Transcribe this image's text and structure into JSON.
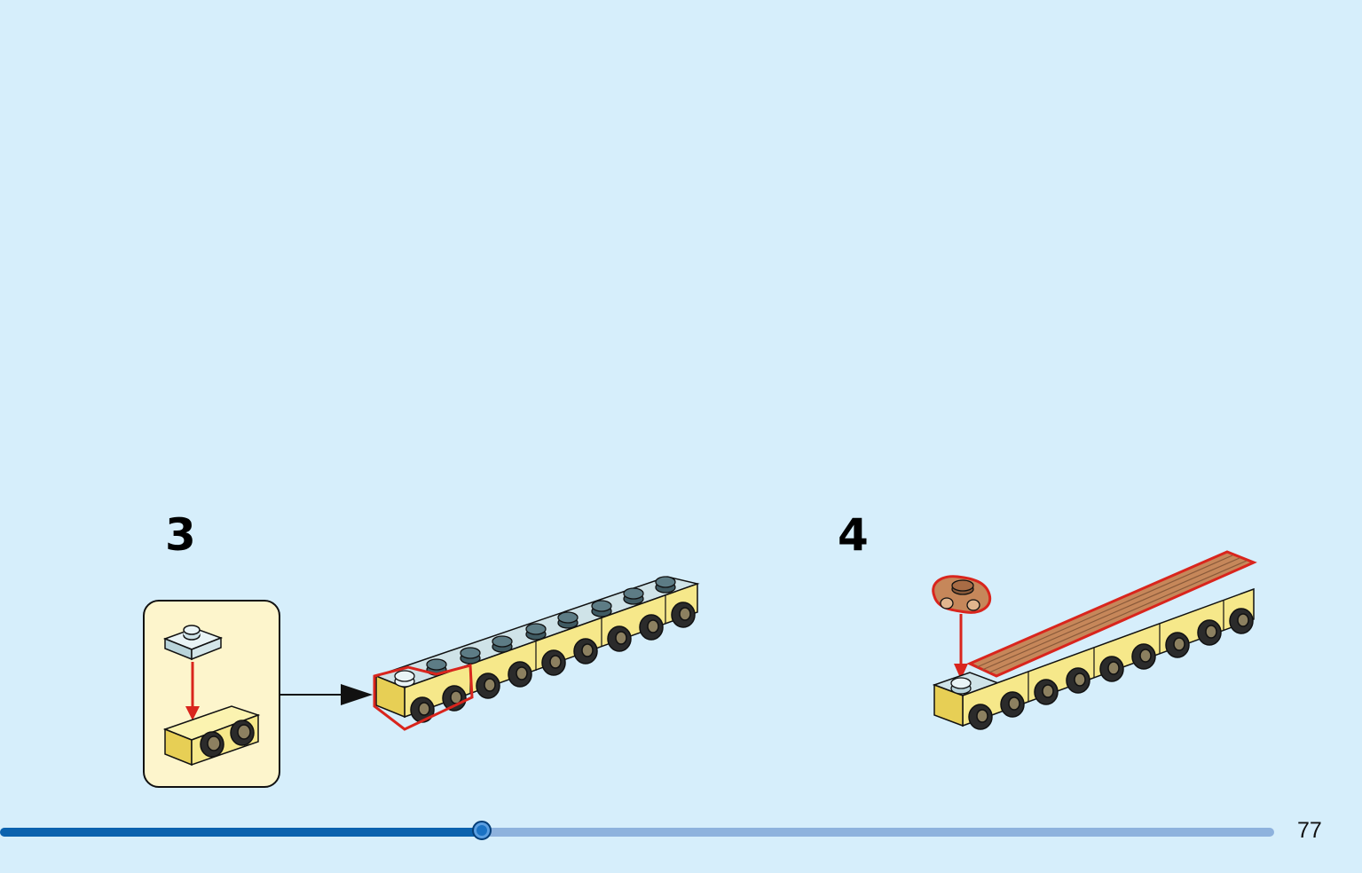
{
  "steps": [
    {
      "number": "3"
    },
    {
      "number": "4"
    }
  ],
  "progress": {
    "fraction": 0.378,
    "color_done": "#0b62ae",
    "color_remaining": "#8eb2dd"
  },
  "page": {
    "number": "77"
  },
  "colors": {
    "background": "#d6eefb",
    "brick_yellow": "#f6e88a",
    "plate_light_blue": "#cfe3e8",
    "plank_brown": "#c6875a",
    "highlight_red": "#d9251d",
    "arrow_red": "#d9251d"
  },
  "icons": [
    "arrow-right-icon",
    "arrow-down-icon"
  ]
}
